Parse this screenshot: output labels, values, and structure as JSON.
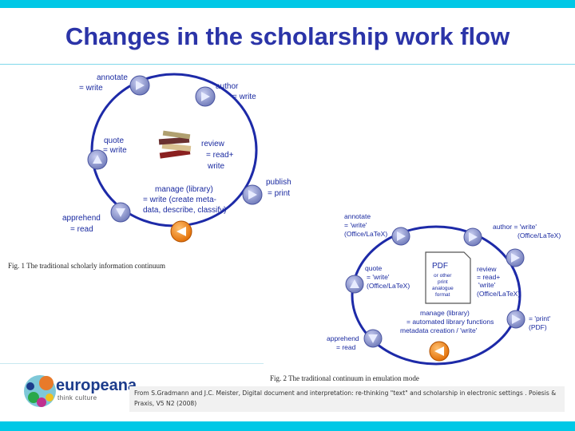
{
  "slide": {
    "title": "Changes in the scholarship work flow",
    "citation": "From S.Gradmann and J.C. Meister, Digital document and interpretation: re-thinking \"text\" and scholarship in electronic settings . Poiesis & Praxis, V5 N2 (2008)"
  },
  "logo": {
    "word": "europeana",
    "sub": "think culture"
  },
  "fig1": {
    "caption": "Fig. 1   The traditional scholarly information continuum",
    "nodes": {
      "annotate": [
        "annotate",
        "= write"
      ],
      "author": [
        "author",
        "= write"
      ],
      "quote": [
        "quote",
        "= write"
      ],
      "review": [
        "review",
        "= read+",
        "write"
      ],
      "publish": [
        "publish",
        "= print"
      ],
      "manage": [
        "manage (library)",
        "= write (create meta-",
        "data, describe, classify)"
      ],
      "apprehend": [
        "apprehend",
        "= read"
      ]
    }
  },
  "fig2": {
    "caption": "Fig. 2   The traditional continuum in emulation mode",
    "pdf": [
      "PDF",
      "or other",
      "print",
      "analogue",
      "format"
    ],
    "nodes": {
      "annotate": [
        "annotate",
        "= 'write'",
        "(Office/LaTeX)"
      ],
      "author": [
        "author = 'write'",
        "(Office/LaTeX)"
      ],
      "quote": [
        "quote",
        "= 'write'",
        "(Office/LaTeX)"
      ],
      "review": [
        "review",
        "= read+",
        "'write'",
        "(Office/LaTeX)"
      ],
      "publish": [
        "= 'print'",
        "(PDF)"
      ],
      "manage": [
        "manage (library)",
        "= automated library functions",
        "metadata creation / 'write'"
      ],
      "apprehend": [
        "apprehend",
        "= read"
      ]
    }
  },
  "colors": {
    "title": "#2b34a8",
    "accent_bar": "#00c8e6",
    "ring": "#1d2aa8",
    "node": "#8f9ad2",
    "active_node": "#f07a10"
  }
}
